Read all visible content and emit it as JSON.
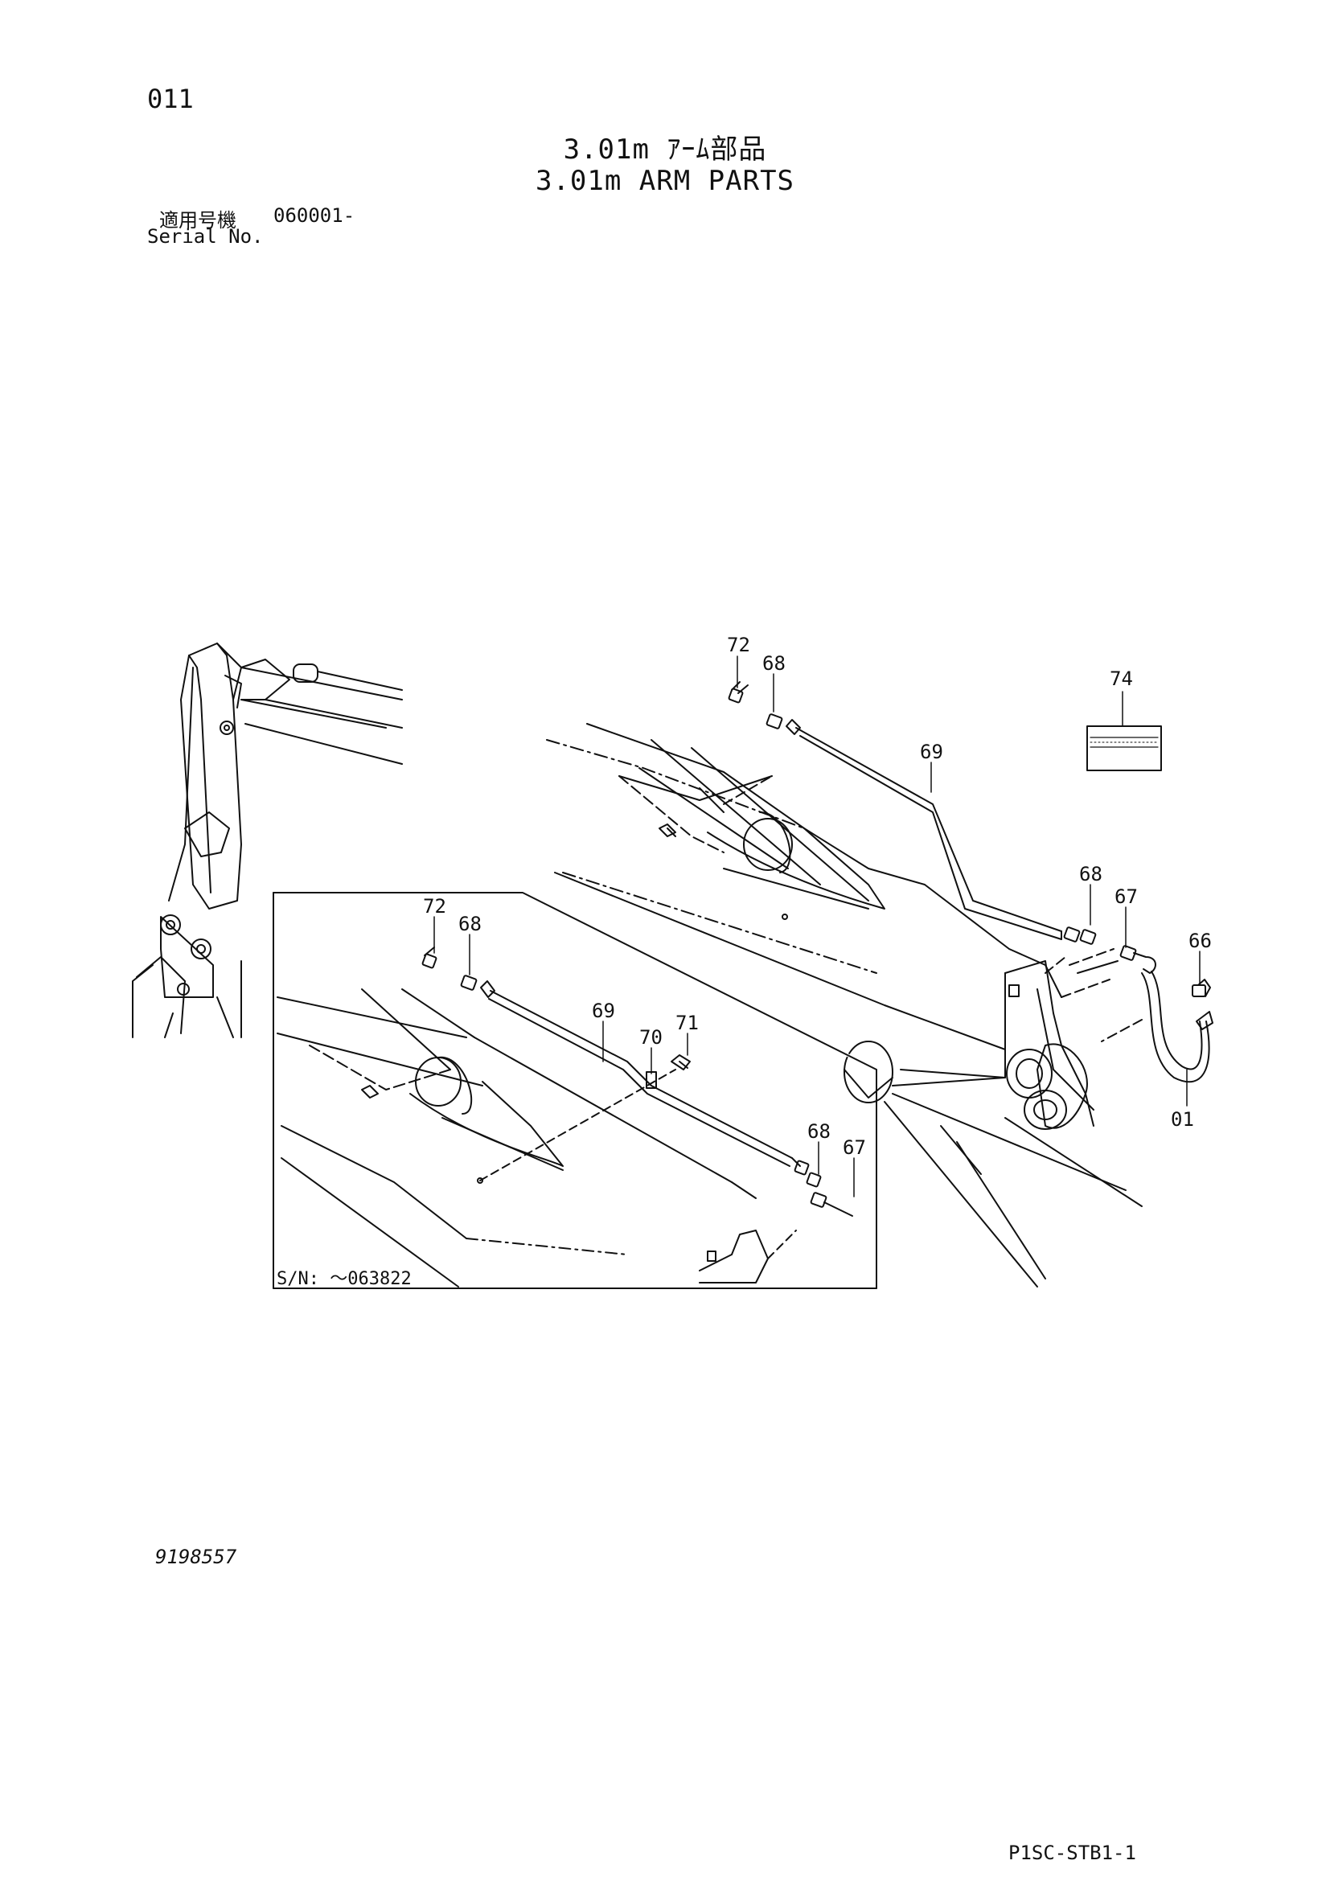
{
  "header": {
    "page_number": "011",
    "title_jp": "3.01m ｱｰﾑ部品",
    "title_en": "3.01m ARM PARTS",
    "serial_label_jp": "適用号機",
    "serial_value": "060001-",
    "serial_label_en": "Serial No."
  },
  "diagram": {
    "inset_serial_note": "S/N: ～063822",
    "callouts_main": [
      "72",
      "68",
      "69",
      "68",
      "67",
      "66",
      "01",
      "74"
    ],
    "callouts_inset": [
      "72",
      "68",
      "69",
      "70",
      "71",
      "68",
      "67"
    ]
  },
  "footer": {
    "doc_number": "9198557",
    "drawing_code": "P1SC-STB1-1"
  }
}
